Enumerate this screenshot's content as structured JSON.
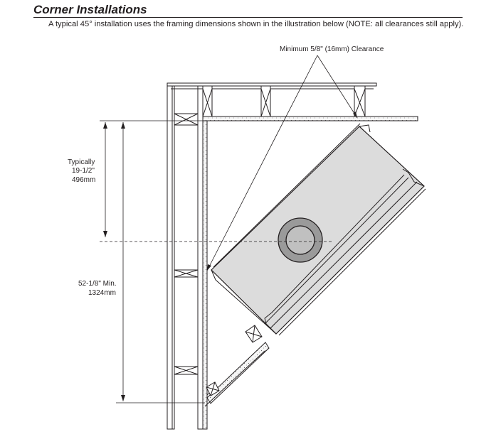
{
  "section": {
    "title": "Corner Installations",
    "intro": "A typical 45° installation uses the framing dimensions shown in the illustration below (NOTE: all clearances still apply)."
  },
  "diagram": {
    "clearance_label": "Minimum 5/8\" (16mm) Clearance",
    "dim_upper": {
      "line1": "Typically",
      "line2": "19-1/2\"",
      "line3": "496mm"
    },
    "dim_lower": {
      "line1": "52-1/8\" Min.",
      "line2": "1324mm"
    }
  },
  "colors": {
    "ink": "#231f20",
    "unit_fill": "#dcdcdc",
    "flue_outer": "#9a9a9a",
    "flue_inner": "#c0c0c0",
    "drywall": "#f4f4f4"
  }
}
